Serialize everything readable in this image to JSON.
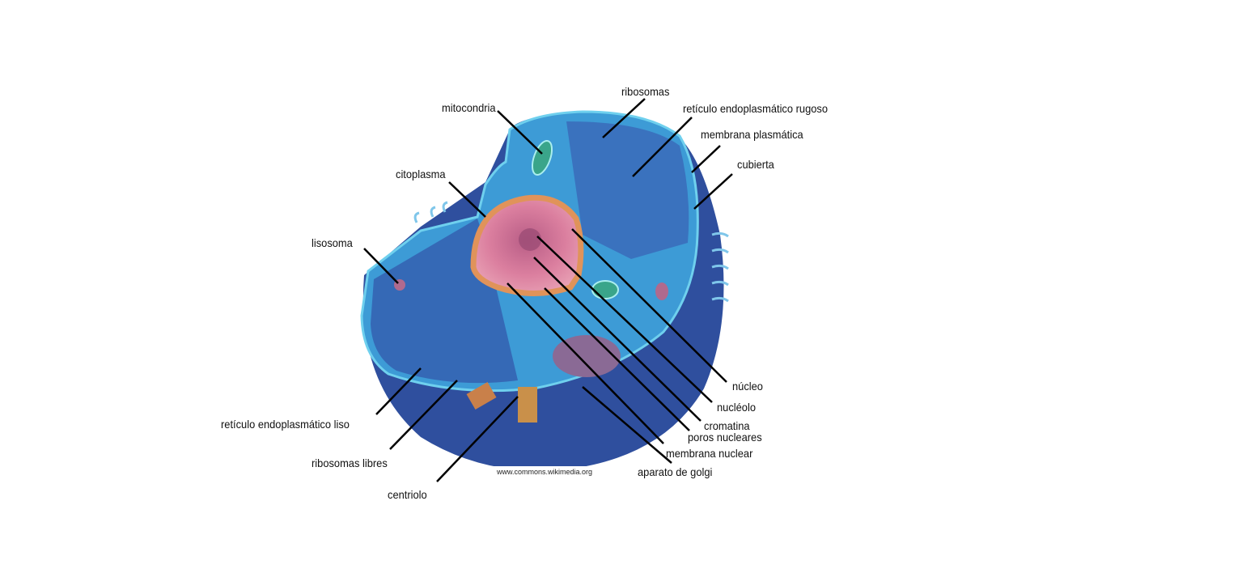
{
  "diagram": {
    "labels": {
      "ribosomas": "ribosomas",
      "mitocondria": "mitocondria",
      "rer": "retículo endoplasmático rugoso",
      "membrana_plasmatica": "membrana plasmática",
      "cubierta": "cubierta",
      "citoplasma": "citoplasma",
      "lisosoma": "lisosoma",
      "rel": "retículo endoplasmático liso",
      "ribosomas_libres": "ribosomas libres",
      "centriolo": "centriolo",
      "nucleo": "núcleo",
      "nucleolo": "nucléolo",
      "cromatina": "cromatina",
      "poros_nucleares": "poros nucleares",
      "membrana_nuclear": "membrana nuclear",
      "aparato_golgi": "aparato de golgi"
    },
    "watermark": "www.commons.wikimedia.org",
    "colors": {
      "cell_dark": "#2f4f9e",
      "cell_light": "#3d9bd6",
      "nucleus": "#d9728f",
      "nucleus_rim": "#e0935a",
      "mitochondria": "#3aa58a"
    }
  }
}
